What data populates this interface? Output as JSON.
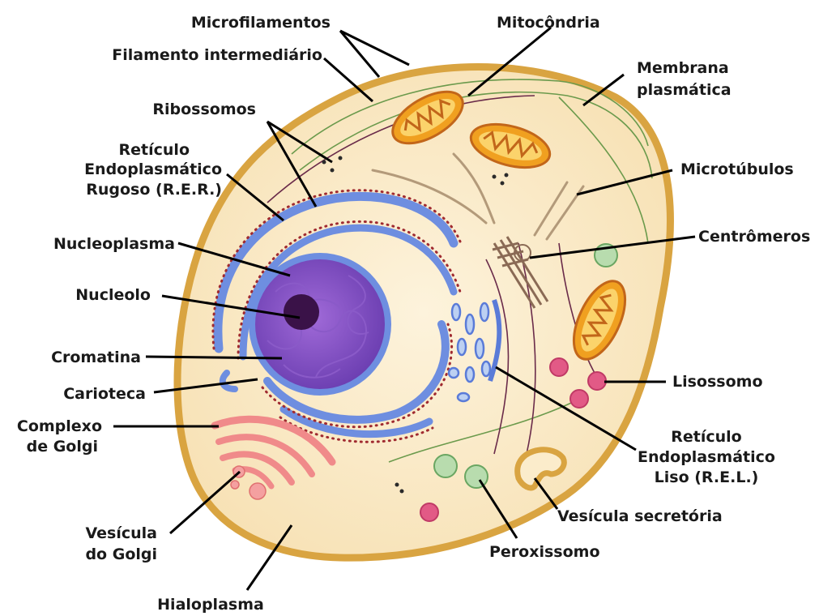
{
  "labels": {
    "microfilamentos": "Microfilamentos",
    "filamento_intermediario": "Filamento intermediário",
    "ribossomos": "Ribossomos",
    "rer_1": "Retículo",
    "rer_2": "Endoplasmático",
    "rer_3": "Rugoso (R.E.R.)",
    "nucleoplasma": "Nucleoplasma",
    "nucleolo": "Nucleolo",
    "cromatina": "Cromatina",
    "carioteca": "Carioteca",
    "golgi_1": "Complexo",
    "golgi_2": "de Golgi",
    "vesicula_golgi_1": "Vesícula",
    "vesicula_golgi_2": "do Golgi",
    "hialoplasma": "Hialoplasma",
    "mitocondria": "Mitocôndria",
    "membrana_1": "Membrana",
    "membrana_2": "plasmática",
    "microtubulos": "Microtúbulos",
    "centromeros": "Centrômeros",
    "lisossomo": "Lisossomo",
    "rel_1": "Retículo",
    "rel_2": "Endoplasmático",
    "rel_3": "Liso (R.E.L.)",
    "vesicula_secretoria": "Vesícula secretória",
    "peroxissomo": "Peroxissomo"
  },
  "colors": {
    "membrane": "#d9a441",
    "cytoplasm": "#fbeccb",
    "nucleus": "#7e4fc1",
    "nucleolus": "#3a1248",
    "er": "#6e8ee0",
    "mitochondria": "#f0a020",
    "golgi": "#f08a8a",
    "lysosome": "#e25a86",
    "peroxisome": "#9fd29a",
    "microfilament": "#6b9a4c",
    "microtubule": "#b39a7a",
    "intermediate_filament": "#6a2b4a"
  }
}
